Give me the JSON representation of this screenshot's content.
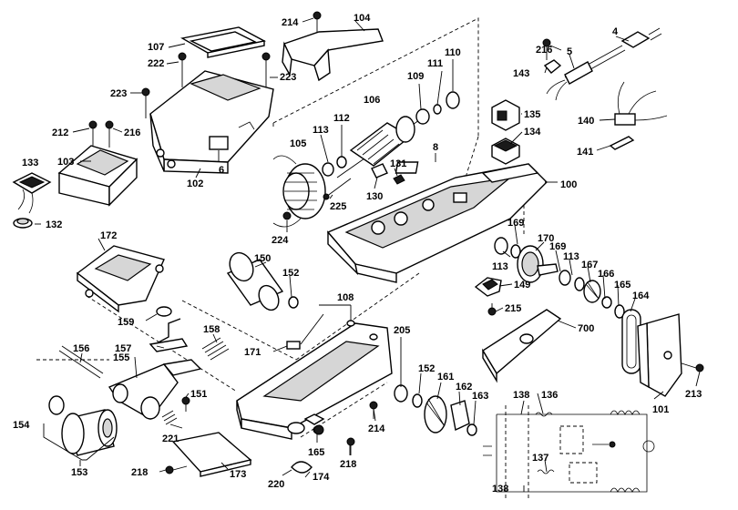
{
  "labels": [
    {
      "id": "214a",
      "text": "214"
    },
    {
      "id": "104",
      "text": "104"
    },
    {
      "id": "107",
      "text": "107"
    },
    {
      "id": "222",
      "text": "222"
    },
    {
      "id": "223a",
      "text": "223"
    },
    {
      "id": "223b",
      "text": "223"
    },
    {
      "id": "212",
      "text": "212"
    },
    {
      "id": "216a",
      "text": "216"
    },
    {
      "id": "133",
      "text": "133"
    },
    {
      "id": "103",
      "text": "103"
    },
    {
      "id": "132",
      "text": "132"
    },
    {
      "id": "102",
      "text": "102"
    },
    {
      "id": "6",
      "text": "6"
    },
    {
      "id": "105",
      "text": "105"
    },
    {
      "id": "113a",
      "text": "113"
    },
    {
      "id": "112",
      "text": "112"
    },
    {
      "id": "106",
      "text": "106"
    },
    {
      "id": "109",
      "text": "109"
    },
    {
      "id": "111",
      "text": "111"
    },
    {
      "id": "110",
      "text": "110"
    },
    {
      "id": "216b",
      "text": "216"
    },
    {
      "id": "4",
      "text": "4"
    },
    {
      "id": "5",
      "text": "5"
    },
    {
      "id": "143",
      "text": "143"
    },
    {
      "id": "135",
      "text": "135"
    },
    {
      "id": "140",
      "text": "140"
    },
    {
      "id": "134",
      "text": "134"
    },
    {
      "id": "141",
      "text": "141"
    },
    {
      "id": "8",
      "text": "8"
    },
    {
      "id": "131",
      "text": "131"
    },
    {
      "id": "130",
      "text": "130"
    },
    {
      "id": "225",
      "text": "225"
    },
    {
      "id": "224",
      "text": "224"
    },
    {
      "id": "100",
      "text": "100"
    },
    {
      "id": "172",
      "text": "172"
    },
    {
      "id": "169a",
      "text": "169"
    },
    {
      "id": "170",
      "text": "170"
    },
    {
      "id": "169b",
      "text": "169"
    },
    {
      "id": "113b",
      "text": "113"
    },
    {
      "id": "113c",
      "text": "113"
    },
    {
      "id": "167",
      "text": "167"
    },
    {
      "id": "166",
      "text": "166"
    },
    {
      "id": "165a",
      "text": "165"
    },
    {
      "id": "164",
      "text": "164"
    },
    {
      "id": "150",
      "text": "150"
    },
    {
      "id": "152a",
      "text": "152"
    },
    {
      "id": "149",
      "text": "149"
    },
    {
      "id": "108",
      "text": "108"
    },
    {
      "id": "215",
      "text": "215"
    },
    {
      "id": "700",
      "text": "700"
    },
    {
      "id": "159",
      "text": "159"
    },
    {
      "id": "158",
      "text": "158"
    },
    {
      "id": "205",
      "text": "205"
    },
    {
      "id": "157",
      "text": "157"
    },
    {
      "id": "156",
      "text": "156"
    },
    {
      "id": "171",
      "text": "171"
    },
    {
      "id": "155",
      "text": "155"
    },
    {
      "id": "152b",
      "text": "152"
    },
    {
      "id": "161",
      "text": "161"
    },
    {
      "id": "162",
      "text": "162"
    },
    {
      "id": "163",
      "text": "163"
    },
    {
      "id": "138a",
      "text": "138"
    },
    {
      "id": "136",
      "text": "136"
    },
    {
      "id": "101",
      "text": "101"
    },
    {
      "id": "213",
      "text": "213"
    },
    {
      "id": "151",
      "text": "151"
    },
    {
      "id": "154",
      "text": "154"
    },
    {
      "id": "214b",
      "text": "214"
    },
    {
      "id": "221",
      "text": "221"
    },
    {
      "id": "165b",
      "text": "165"
    },
    {
      "id": "218a",
      "text": "218"
    },
    {
      "id": "153",
      "text": "153"
    },
    {
      "id": "218b",
      "text": "218"
    },
    {
      "id": "173",
      "text": "173"
    },
    {
      "id": "220",
      "text": "220"
    },
    {
      "id": "174",
      "text": "174"
    },
    {
      "id": "137",
      "text": "137"
    },
    {
      "id": "138b",
      "text": "138"
    }
  ]
}
